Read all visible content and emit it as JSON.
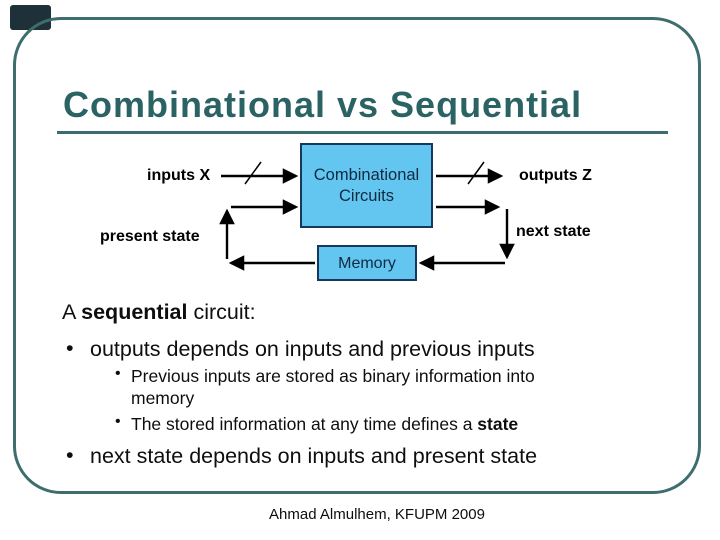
{
  "colors": {
    "frame_border": "#3E6D6D",
    "title": "#2B6364",
    "underline": "#3A6E6E",
    "box_fill": "#63C6F0",
    "box_border": "#17375D",
    "logo_bg": "#1E3038",
    "text": "#0E0E0E",
    "arrow": "#000000"
  },
  "header": {
    "title": "Combinational vs Sequential"
  },
  "diagram": {
    "combinational_line1": "Combinational",
    "combinational_line2": "Circuits",
    "memory": "Memory",
    "inputs_label": "inputs X",
    "outputs_label": "outputs Z",
    "present_state_label": "present state",
    "next_state_label": "next state",
    "edges": [
      {
        "from": "inputs X",
        "to": "Combinational Circuits",
        "bus_slash": true
      },
      {
        "from": "Combinational Circuits",
        "to": "outputs Z",
        "bus_slash": true
      },
      {
        "from": "Memory",
        "to": "Combinational Circuits",
        "label": "present state"
      },
      {
        "from": "Combinational Circuits",
        "to": "Memory",
        "label": "next state"
      }
    ]
  },
  "body": {
    "bullet_char": "•",
    "intro_prefix": "A ",
    "intro_bold": "sequential",
    "intro_suffix": " circuit:",
    "bullet1": "outputs depends on inputs and previous inputs",
    "sub_bullet1": "Previous inputs are stored as binary information into memory",
    "sub_bullet2_prefix": "The stored information at any time defines a ",
    "sub_bullet2_bold": "state",
    "bullet2": "next state depends on inputs and present state"
  },
  "footer": {
    "credit": "Ahmad Almulhem, KFUPM 2009"
  }
}
